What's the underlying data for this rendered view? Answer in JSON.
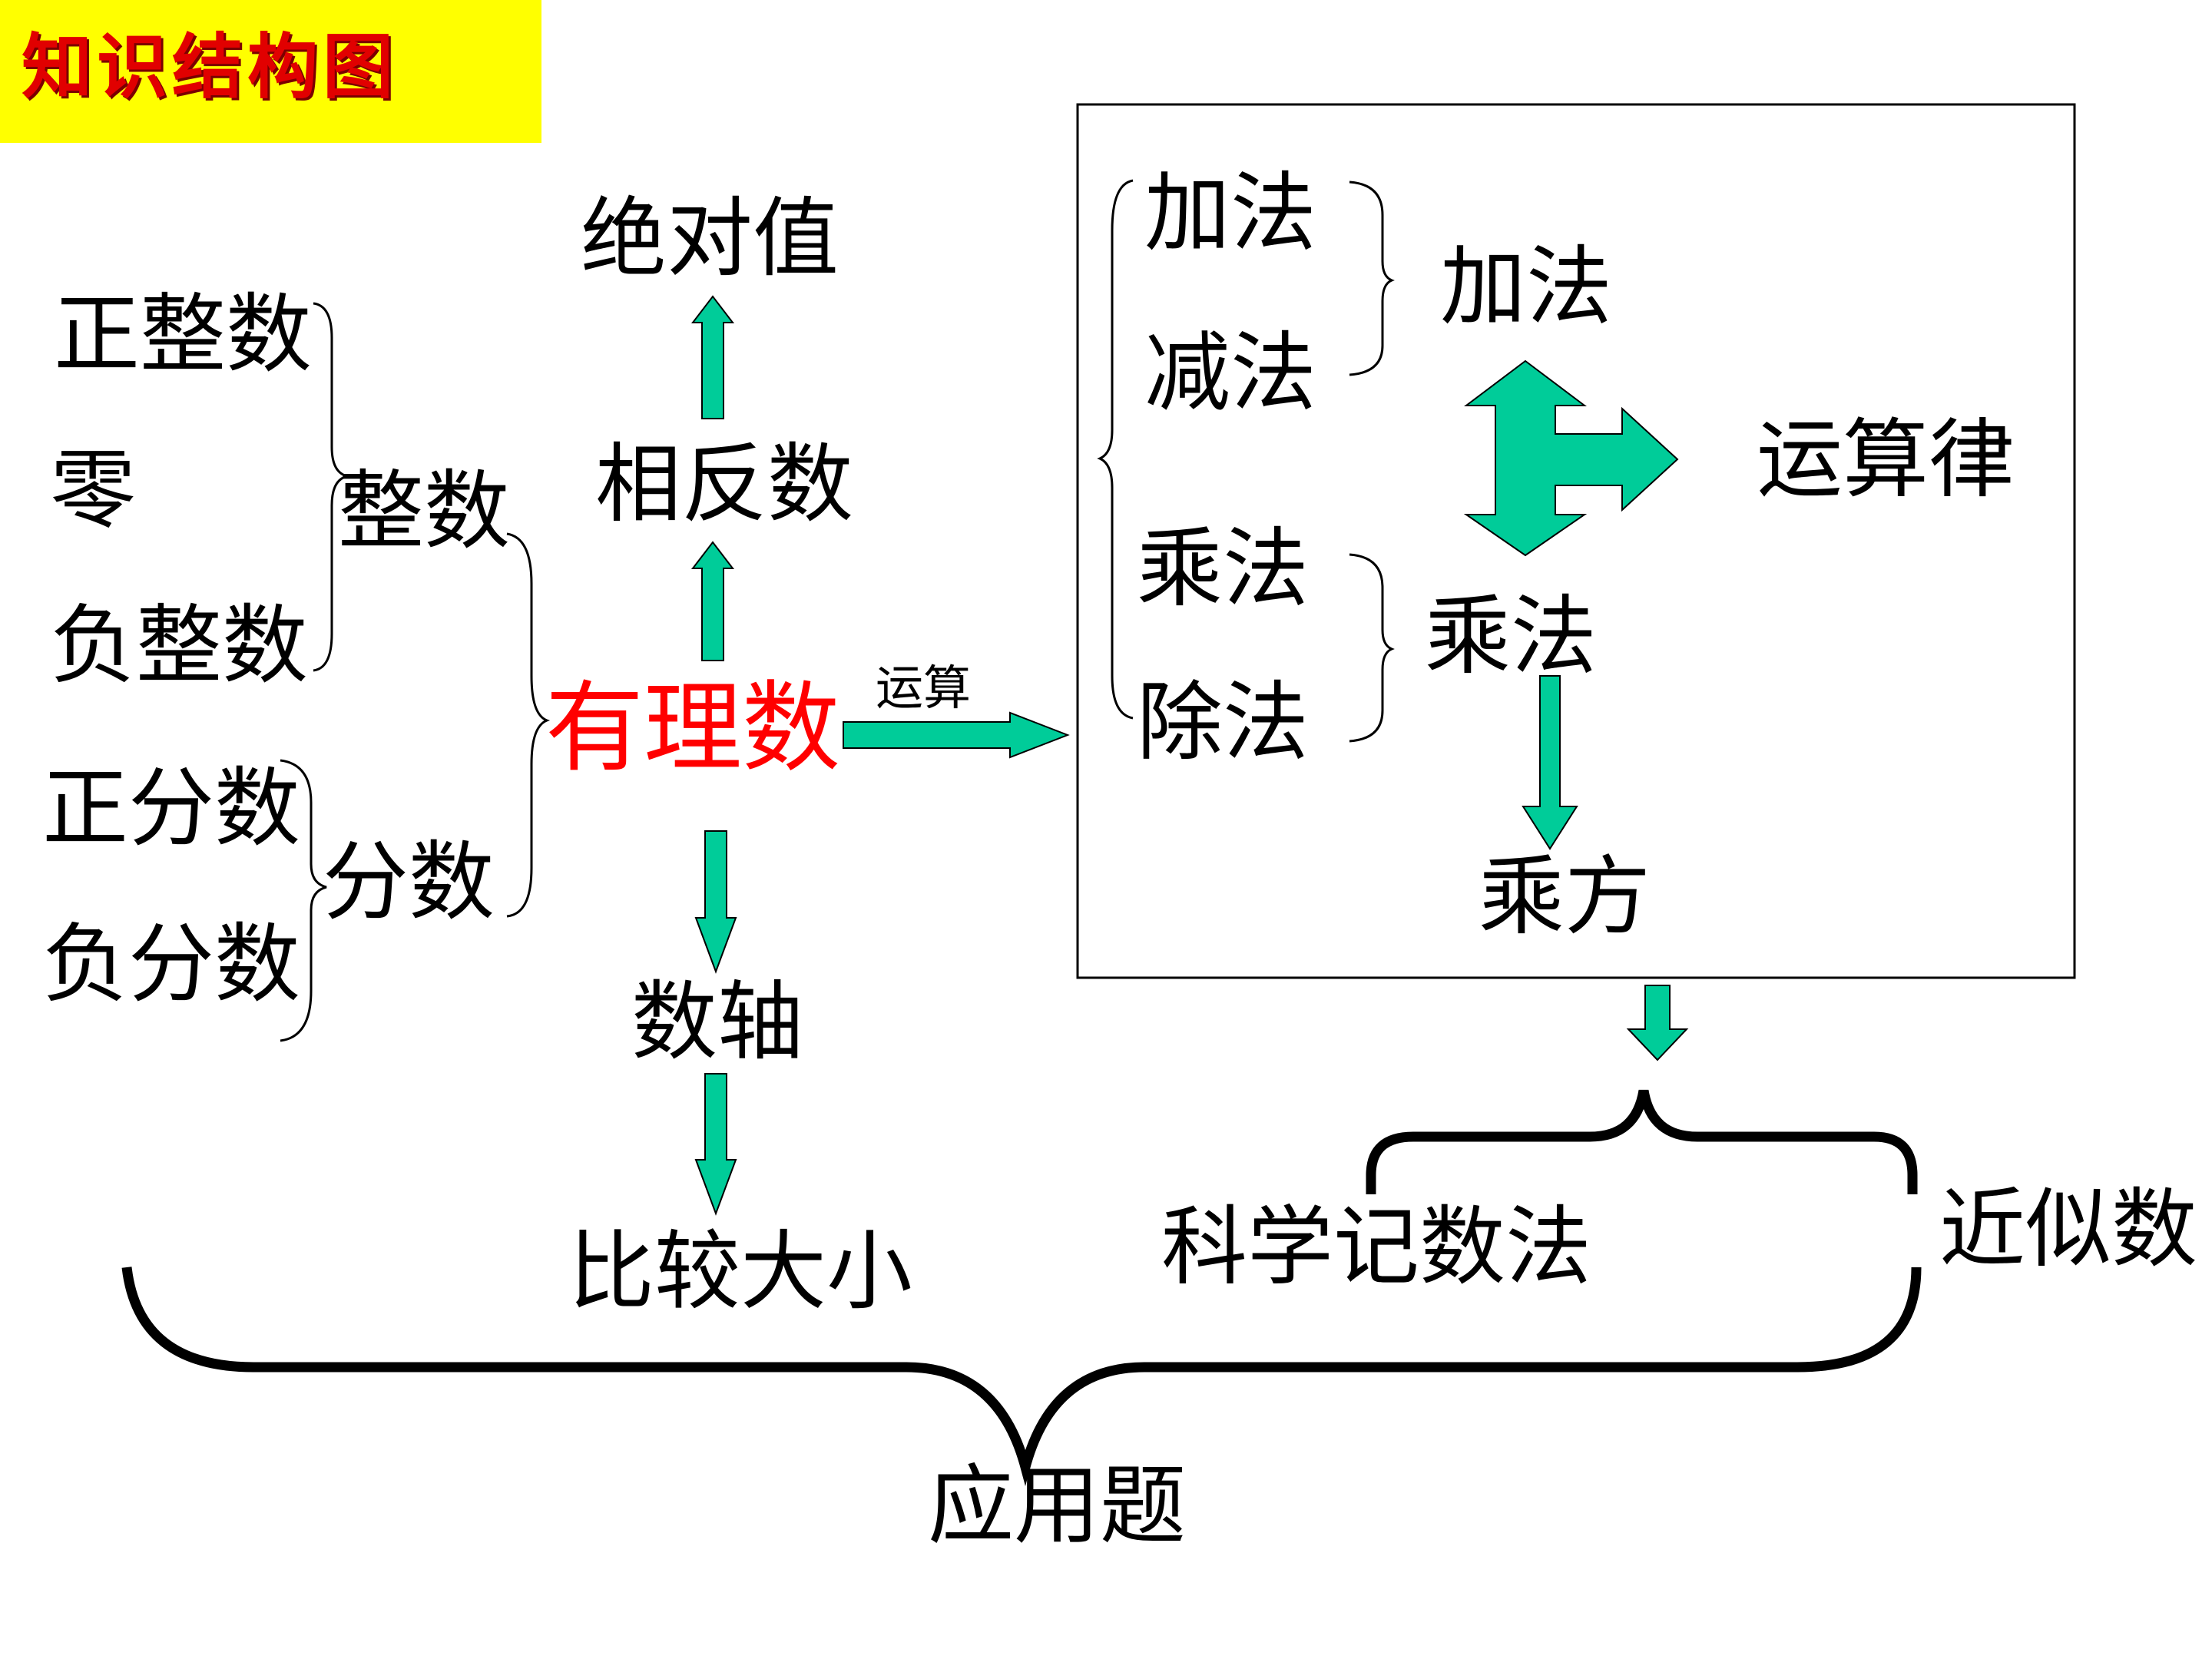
{
  "title": "知识结构图",
  "nodes": {
    "positive_integer": "正整数",
    "zero": "零",
    "negative_integer": "负整数",
    "integer": "整数",
    "positive_fraction": "正分数",
    "negative_fraction": "负分数",
    "fraction": "分数",
    "rational_number": "有理数",
    "absolute_value": "绝对值",
    "opposite_number": "相反数",
    "number_line": "数轴",
    "compare_size": "比较大小",
    "operation_label": "运算",
    "addition_1": "加法",
    "subtraction": "减法",
    "addition_2": "加法",
    "multiplication_1": "乘法",
    "division": "除法",
    "multiplication_2": "乘法",
    "operation_laws": "运算律",
    "power": "乘方",
    "scientific_notation": "科学记数法",
    "approximate_number": "近似数",
    "application_problems": "应用题"
  },
  "colors": {
    "title_bg": "#ffff00",
    "title_text": "#e10000",
    "arrow_fill": "#00cc99",
    "highlight_text": "#ff0000"
  }
}
